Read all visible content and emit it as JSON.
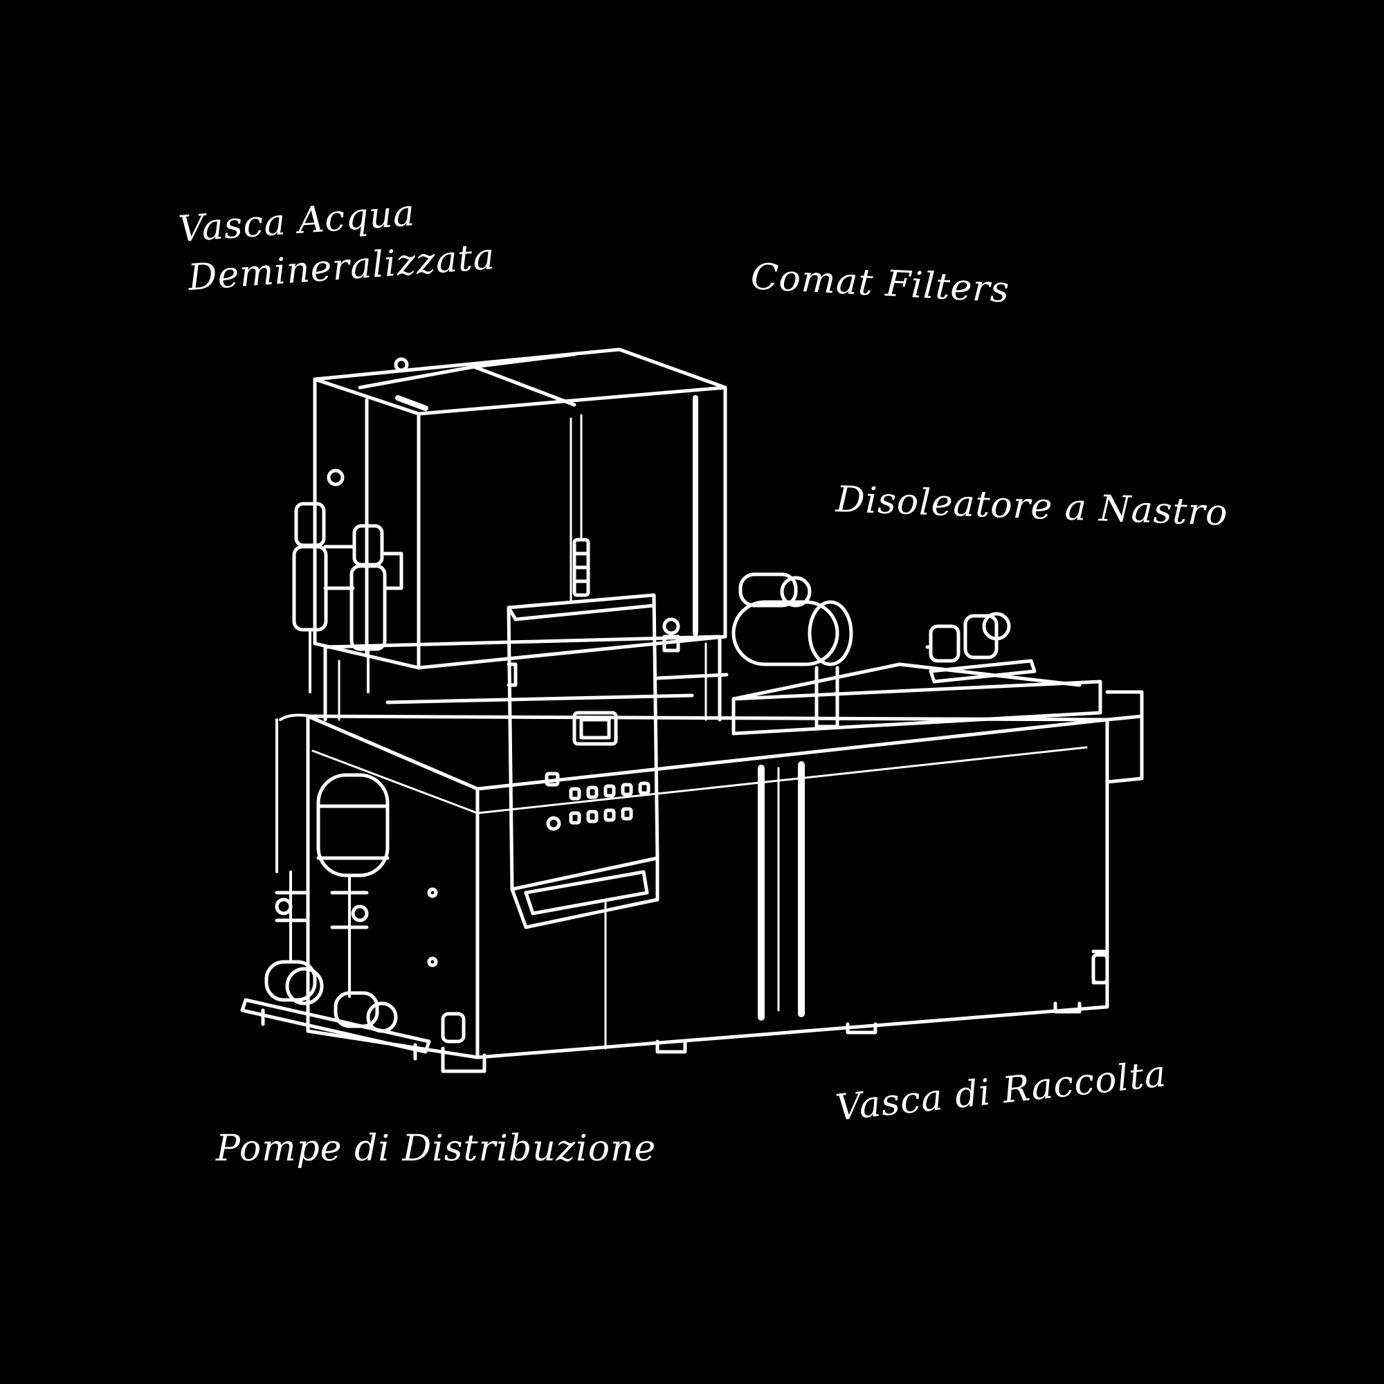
{
  "labels": {
    "demineralized_tank_line1": "Vasca Acqua",
    "demineralized_tank_line2": "Demineralizzata",
    "filters": "Comat Filters",
    "belt_oil_skimmer": "Disoleatore a Nastro",
    "collection_tank": "Vasca di Raccolta",
    "distribution_pumps": "Pompe di Distribuzione"
  },
  "colors": {
    "background": "#000000",
    "line": "#ffffff"
  }
}
